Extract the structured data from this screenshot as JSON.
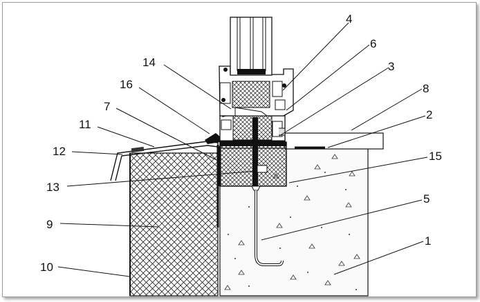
{
  "callouts": [
    {
      "id": "c1",
      "text": "1"
    },
    {
      "id": "c2",
      "text": "2"
    },
    {
      "id": "c3",
      "text": "3"
    },
    {
      "id": "c4",
      "text": "4"
    },
    {
      "id": "c5",
      "text": "5"
    },
    {
      "id": "c6",
      "text": "6"
    },
    {
      "id": "c7",
      "text": "7"
    },
    {
      "id": "c8",
      "text": "8"
    },
    {
      "id": "c9",
      "text": "9"
    },
    {
      "id": "c10",
      "text": "10"
    },
    {
      "id": "c11",
      "text": "11"
    },
    {
      "id": "c12",
      "text": "12"
    },
    {
      "id": "c13",
      "text": "13"
    },
    {
      "id": "c14",
      "text": "14"
    },
    {
      "id": "c15",
      "text": "15"
    },
    {
      "id": "c16",
      "text": "16"
    }
  ],
  "colors": {
    "line": "#111111",
    "concrete_fill": "#f4f4f4",
    "insulation_hatch": "#222222",
    "seal_fill": "#111111",
    "frame_border": "#9a9a9a"
  }
}
